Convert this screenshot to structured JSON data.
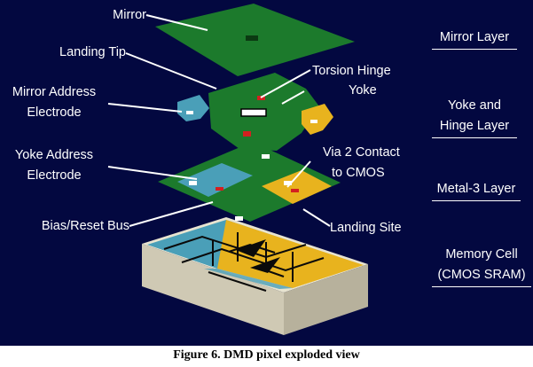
{
  "labels": {
    "mirror": "Mirror",
    "landing_tip": "Landing Tip",
    "mirror_address_electrode": [
      "Mirror Address",
      "Electrode"
    ],
    "torsion_hinge": "Torsion Hinge",
    "yoke": "Yoke",
    "yoke_address_electrode": [
      "Yoke Address",
      "Electrode"
    ],
    "via2_contact": [
      "Via 2 Contact",
      "to CMOS"
    ],
    "bias_reset_bus": "Bias/Reset Bus",
    "landing_site": "Landing Site"
  },
  "layers": {
    "mirror_layer": [
      "Mirror Layer"
    ],
    "yoke_hinge_layer": [
      "Yoke and",
      "Hinge Layer"
    ],
    "metal3_layer": [
      "Metal-3 Layer"
    ],
    "memory_cell": [
      "Memory Cell",
      "(CMOS SRAM)"
    ]
  },
  "caption": "Figure 6. DMD pixel exploded view",
  "colors": {
    "background": "#030840",
    "green": "#1c7a2c",
    "blue": "#4a9fb8",
    "yellow": "#e8b31e",
    "red": "#d32020"
  }
}
